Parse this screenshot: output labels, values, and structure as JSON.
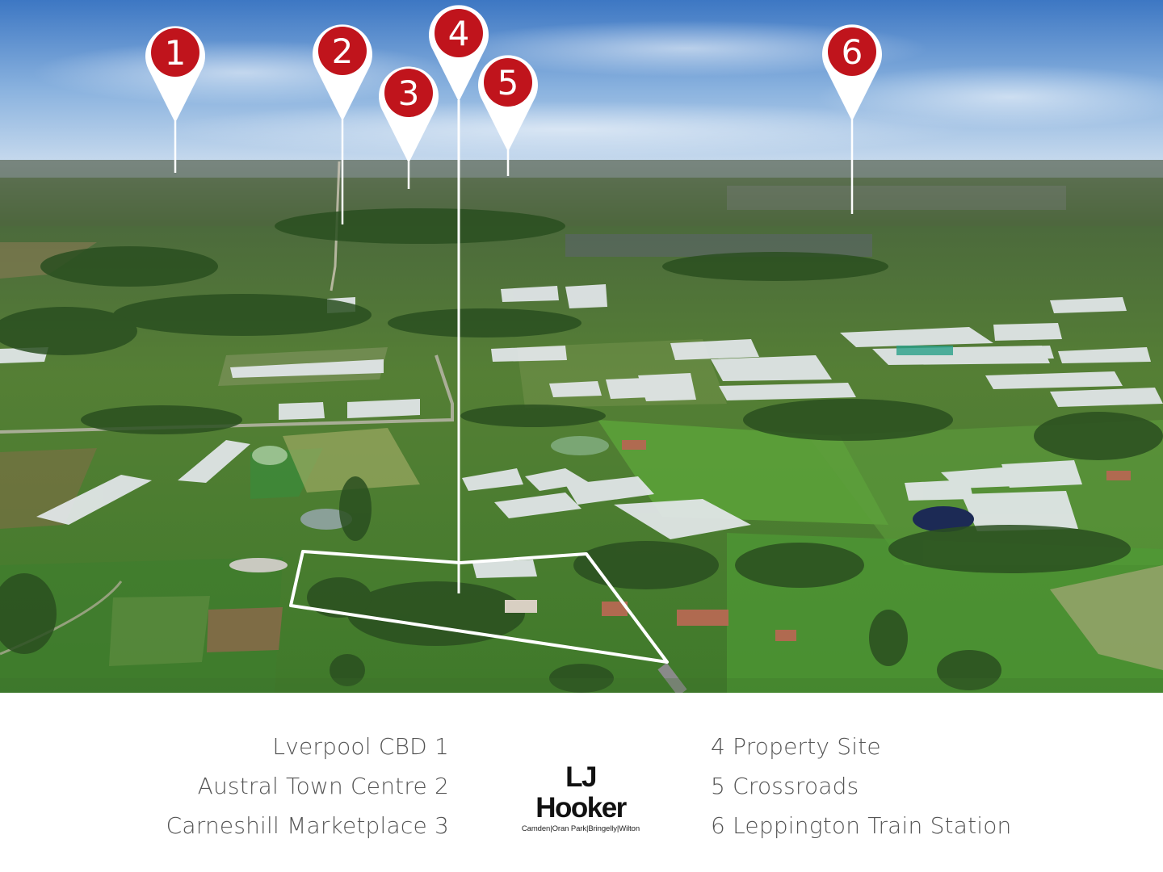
{
  "pins": [
    {
      "number": "1",
      "label": "Lverpool CBD"
    },
    {
      "number": "2",
      "label": "Austral Town Centre"
    },
    {
      "number": "3",
      "label": "Carneshill Marketplace"
    },
    {
      "number": "4",
      "label": "Property Site"
    },
    {
      "number": "5",
      "label": "Crossroads"
    },
    {
      "number": "6",
      "label": "Leppington Train Station"
    }
  ],
  "legend": {
    "left": [
      "Lverpool CBD 1",
      "Austral Town Centre 2",
      "Carneshill Marketplace 3"
    ],
    "right": [
      "4 Property Site",
      "5 Crossroads",
      "6 Leppington Train Station"
    ]
  },
  "logo": {
    "name": "LJ Hooker",
    "offices": "Camden|Oran Park|Bringelly|Wilton"
  },
  "colors": {
    "pin_fill": "#c0141c",
    "pin_outline": "#ffffff",
    "sky_top": "#3e78c4",
    "grass": "#4f8f2e",
    "boundary": "#ffffff"
  }
}
